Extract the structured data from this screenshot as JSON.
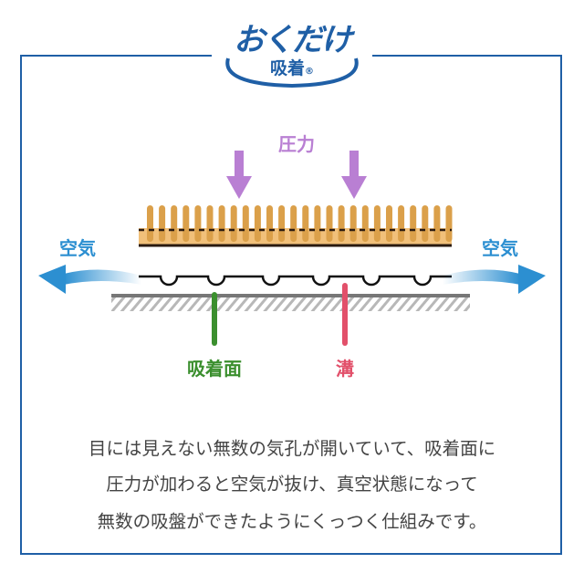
{
  "logo": {
    "brand": "おくだけ",
    "sub": "吸着",
    "registered": "®"
  },
  "labels": {
    "pressure": "圧力",
    "air_left": "空気",
    "air_right": "空気",
    "suction_surface": "吸着面",
    "groove": "溝"
  },
  "description": [
    "目には見えない無数の気孔が開いていて、吸着面に",
    "圧力が加わると空気が抜け、真空状態になって",
    "無数の吸盤ができたようにくっつく仕組みです。"
  ],
  "colors": {
    "frame": "#1f5fa6",
    "pressure": "#b97fd3",
    "air": "#2c8fd1",
    "suction": "#3b8f2e",
    "groove": "#e2506a",
    "pile": "#dba04a",
    "base": "#f1c07a"
  }
}
